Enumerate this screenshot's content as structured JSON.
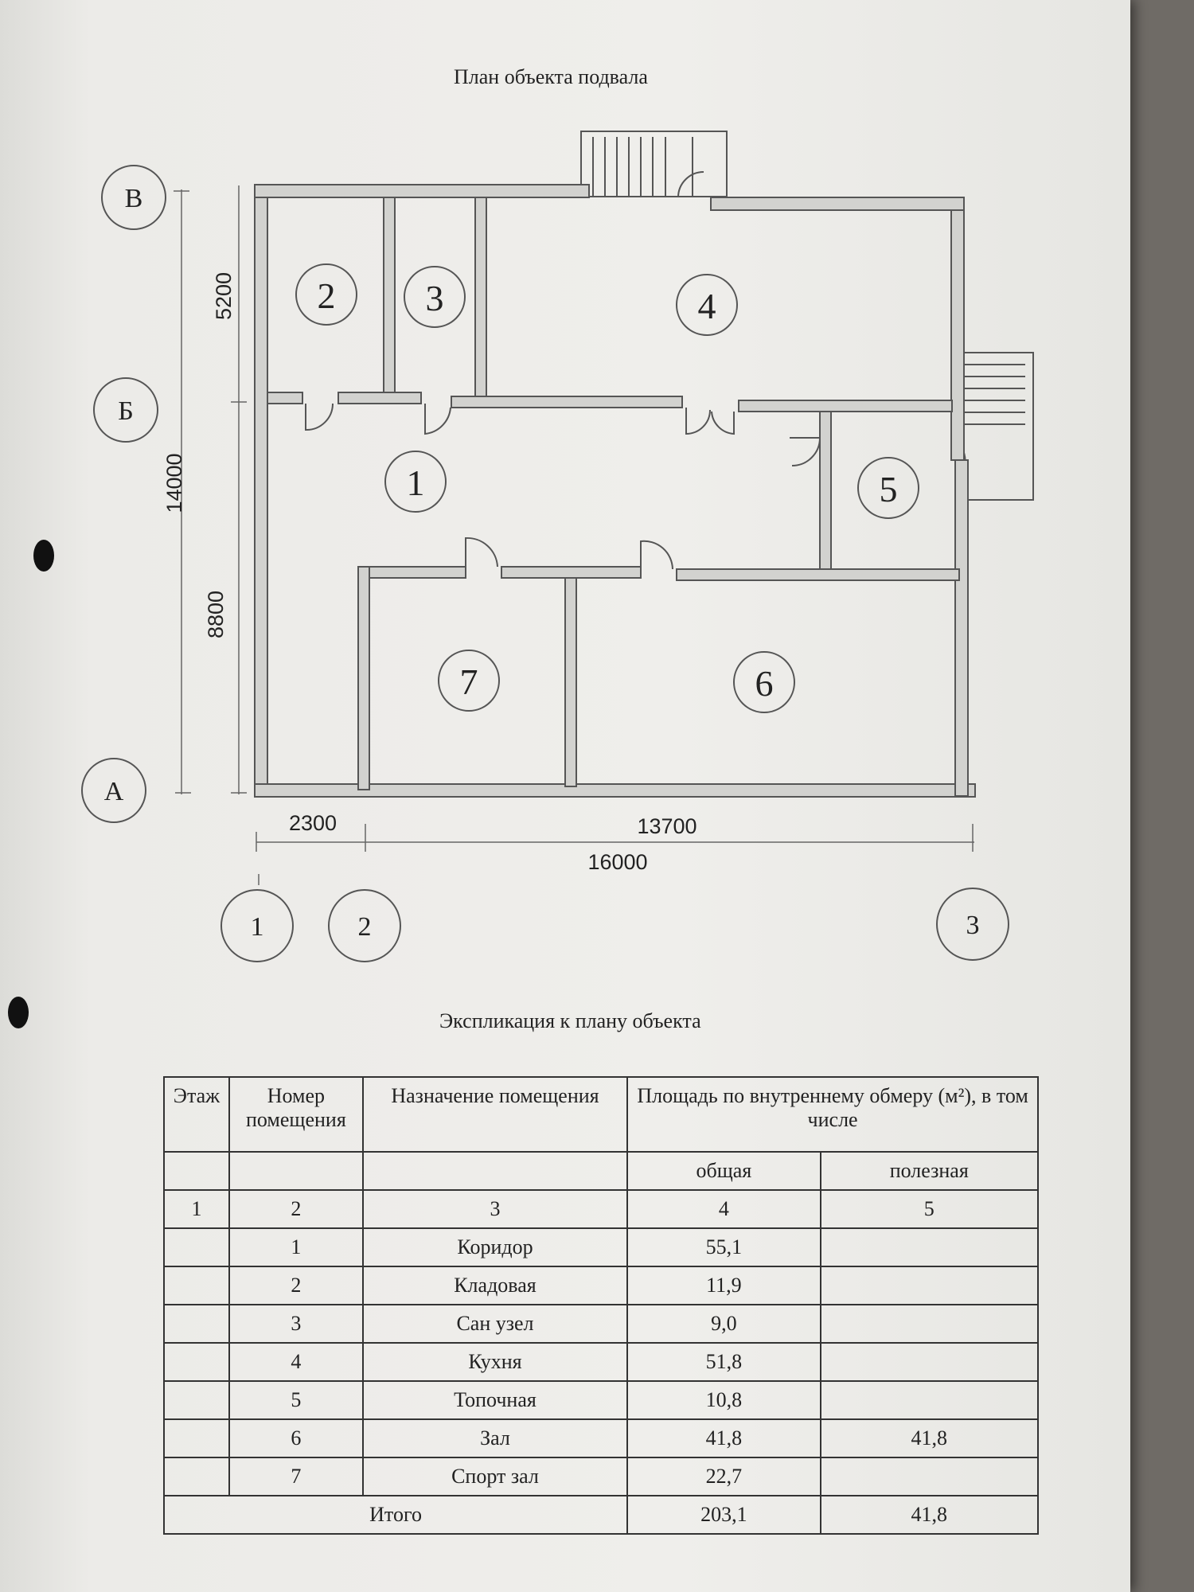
{
  "plan": {
    "title": "План объекта подвала",
    "axes_rows": [
      "В",
      "Б",
      "А"
    ],
    "axes_cols": [
      "1",
      "2",
      "3"
    ],
    "dims": {
      "top": "5200",
      "total_vertical": "14000",
      "bottom": "8800",
      "left": "2300",
      "right": "13700",
      "total_horizontal": "16000"
    },
    "rooms": [
      "1",
      "2",
      "3",
      "4",
      "5",
      "6",
      "7"
    ]
  },
  "explication": {
    "title": "Экспликация к плану объекта",
    "headers": {
      "floor": "Этаж",
      "room_no": "Номер помещения",
      "purpose": "Назначение помещения",
      "area": "Площадь по внутреннему обмеру (м²), в том числе",
      "total": "общая",
      "useful": "полезная"
    },
    "col_numbers": [
      "1",
      "2",
      "3",
      "4",
      "5"
    ],
    "rows": [
      {
        "no": "1",
        "name": "Коридор",
        "total": "55,1",
        "useful": ""
      },
      {
        "no": "2",
        "name": "Кладовая",
        "total": "11,9",
        "useful": ""
      },
      {
        "no": "3",
        "name": "Сан узел",
        "total": "9,0",
        "useful": ""
      },
      {
        "no": "4",
        "name": "Кухня",
        "total": "51,8",
        "useful": ""
      },
      {
        "no": "5",
        "name": "Топочная",
        "total": "10,8",
        "useful": ""
      },
      {
        "no": "6",
        "name": "Зал",
        "total": "41,8",
        "useful": "41,8"
      },
      {
        "no": "7",
        "name": "Спорт зал",
        "total": "22,7",
        "useful": ""
      }
    ],
    "summary": {
      "label": "Итого",
      "total": "203,1",
      "useful": "41,8"
    }
  }
}
